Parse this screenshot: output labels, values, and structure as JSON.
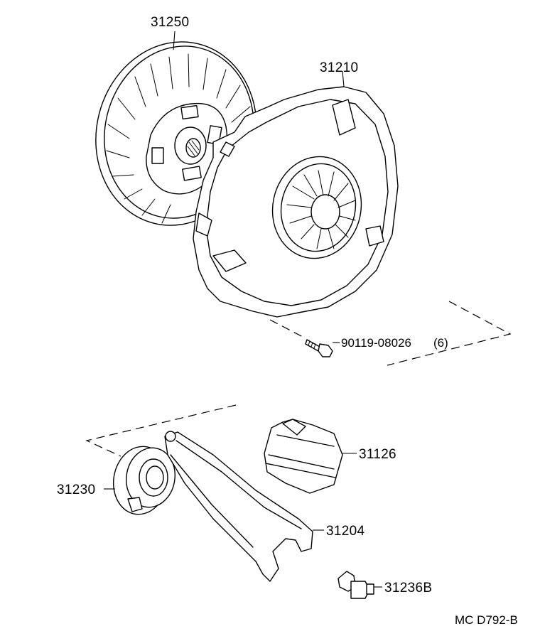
{
  "parts": [
    {
      "id": "clutch-disc",
      "number": "31250"
    },
    {
      "id": "clutch-cover",
      "number": "31210"
    },
    {
      "id": "bolt",
      "number": "90119-08026",
      "qty": "(6)"
    },
    {
      "id": "release-fork-boot",
      "number": "31126"
    },
    {
      "id": "release-bearing",
      "number": "31230"
    },
    {
      "id": "release-fork",
      "number": "31204"
    },
    {
      "id": "release-fork-support",
      "number": "31236B"
    }
  ],
  "diagram_code": "MC D792-B"
}
